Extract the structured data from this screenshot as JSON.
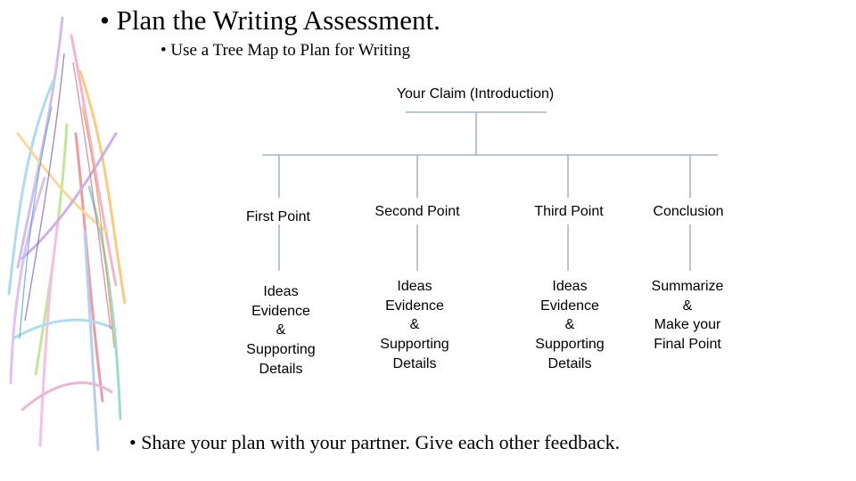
{
  "slide": {
    "bullet_main": "• Plan the Writing Assessment.",
    "bullet_sub": "• Use a Tree Map to Plan for Writing",
    "bullet_bottom": "• Share your plan with your partner. Give each other feedback."
  },
  "tree_map": {
    "root": "Your Claim (Introduction)",
    "branches": [
      {
        "heading": "First Point",
        "details": [
          "Ideas",
          "Evidence",
          "&",
          "Supporting",
          "Details"
        ]
      },
      {
        "heading": "Second Point",
        "details": [
          "Ideas",
          "Evidence",
          "&",
          "Supporting",
          "Details"
        ]
      },
      {
        "heading": "Third Point",
        "details": [
          "Ideas",
          "Evidence",
          "&",
          "Supporting",
          "Details"
        ]
      },
      {
        "heading": "Conclusion",
        "details": [
          "Summarize",
          "&",
          "Make your",
          "Final Point"
        ]
      }
    ]
  },
  "colors": {
    "connector": "#8ea6bf"
  }
}
